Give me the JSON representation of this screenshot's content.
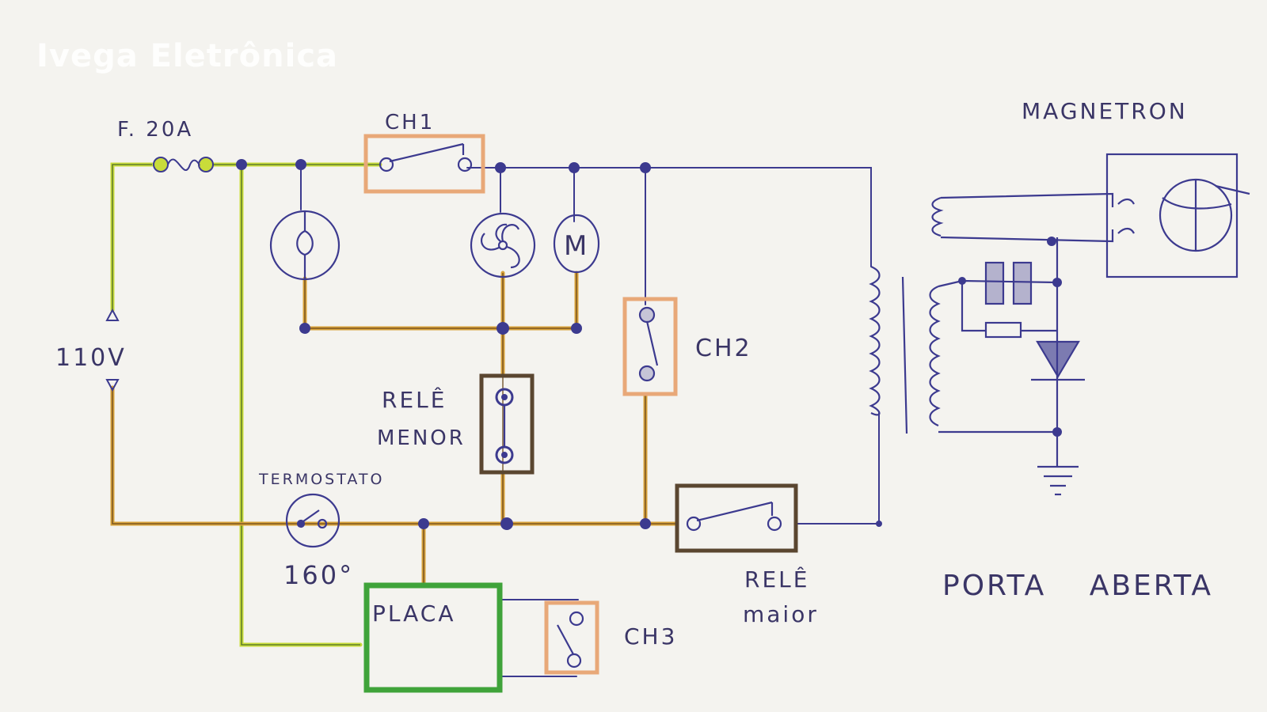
{
  "watermark": "Ivega Eletrônica",
  "labels": {
    "fuse": "F. 20A",
    "voltage": "110V",
    "ch1": "CH1",
    "ch2": "CH2",
    "ch3": "CH3",
    "rele_menor_1": "RELÊ",
    "rele_menor_2": "MENOR",
    "rele_maior_1": "RELÊ",
    "rele_maior_2": "maior",
    "termostato": "TERMOSTATO",
    "temp": "160°",
    "placa": "PLACA",
    "magnetron": "MAGNETRON",
    "porta_aberta": "PORTA ABERTA",
    "motor_m": "M"
  },
  "colors": {
    "paper": "#f4f3ef",
    "ink_blue": "#3c3a8f",
    "wire_yellow": "#c9dc3a",
    "wire_orange": "#d8a23a",
    "box_orange": "#e8a878",
    "box_brown": "#5a4630",
    "box_green": "#3fa33a"
  }
}
